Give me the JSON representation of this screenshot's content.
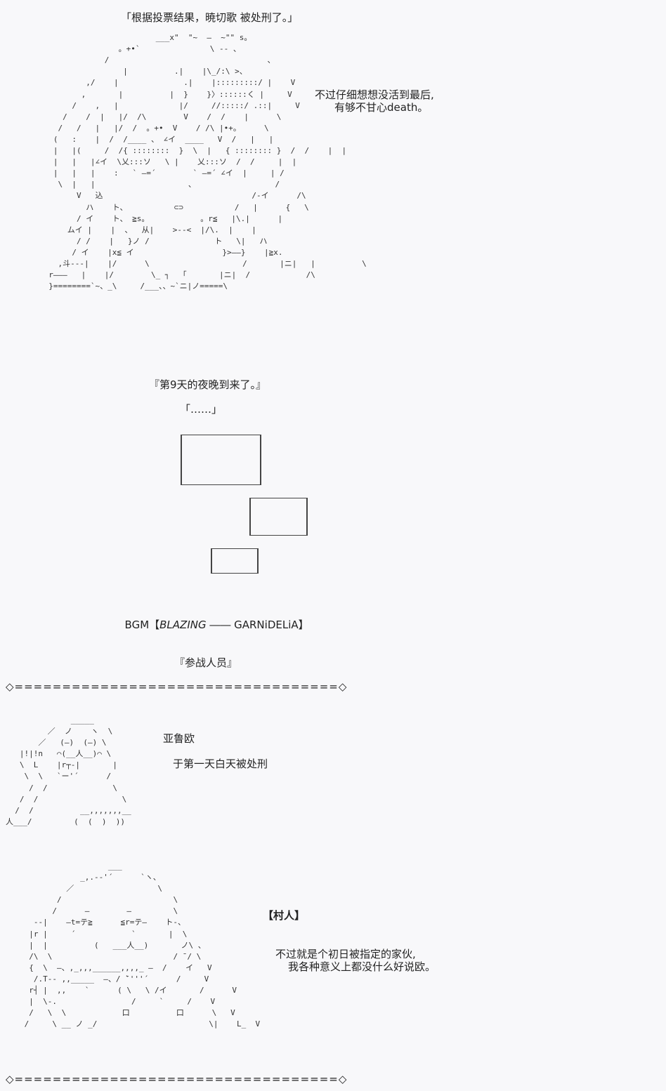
{
  "scene1": {
    "caption": "「根据投票结果，暁切歌 被处刑了。」",
    "speech_line1": "不过仔细想想没活到最后,",
    "speech_line2": "有够不甘心death。"
  },
  "night": {
    "announce": "『第9天的夜晚到来了。』",
    "ellipsis": "「……」"
  },
  "bgm": {
    "prefix": "BGM【",
    "title": "BLAZING",
    "suffix": " ―― GARNiDELiA】"
  },
  "participants": {
    "heading": "『参战人员』",
    "divider": "◇==================================◇"
  },
  "victim": {
    "name": "亚鲁欧",
    "fate": "于第一天白天被处刑"
  },
  "villager": {
    "role": "【村人】",
    "line1": "不过就是个初日被指定的家伙,",
    "line2": "我各种意义上都没什么好说欧。"
  },
  "art": {
    "kirika": " \n                         ___x\"  \"~  ―  ~\"\" s。\n                 。+•`               \\ -- 、\n              /                                  、\n                  |          .|    |\\_/:\\ >、\n          ,/    |              .|    |:::::::::/ |    V\n         ,       |          |  }    }〉::::::く |     V\n       /    ,   |             |/     //:::::/ .::|     V\n     /    /  |   |/  /\\        V    /  /    |      \\\n    /   /   |   |/  /  。+•  V    / /\\ |•+。     \\\n   (   :    |  /  /____ 、 ∠イ  ____   V  /   |   |\n   |   |(     /  /{ ::::::::  }  \\  |   { :::::::: }  /  /    |  |\n   |   |   |∠イ  \\乂:::ソ   \\ |    乂:::ソ  /  /     |  |\n   |   |   |    :   ` ―=´        ` ―=´ ∠イ  |     | /\n    \\  |   |                    、                 /\n        V   込                                /-イ      /\\\n          ハ    ト、          ⊂⊃           /   |      {   \\\n        / イ    ト、 ≧s。           。r≦   |\\.|      |\n      ムイ |    |  、  从|    >--<  |/\\.  |    |\n        / /    |   }ノ /              ト   \\|   ハ\n       / イ    |x≦ イ                   }>――}    |≧x.\n    ,斗--‐|    |/      \\                    /       |ニ|   |          \\\n  r―――   |    |/        \\_ ┐  「       |ニ|  /            /\\\n  }========`~、_\\     /___、、~`ニ|ノ=====\\",
    "aruo": "              _____\n         ／  ノ    ヽ  \\\n       ／   (―)  (―) \\\n   |!|!n   ⌒(__人__)⌒ \\\n   \\  L    |r┬-|       |\n    \\  \\   `ー'´      /\n     /  /              \\\n   /  /                  \\\n  /  /          __,,,,,,,__\n人___/         (  (  )  ))",
    "villager": "                   ___\n             _,.-‐'´      `ヽ、\n          ／                  \\\n        /                        \\\n       /      ―        ―         \\\n   -‐|    ―t=テ≧      ≦r=テ―    ト-、\n  |r |     ´            `       |  \\\n  |  |          (   ___人__)       ノ\\ 、\n  /\\  \\                          / ̄ / \\\n  {  \\  ―、,_,,,______,,,,_ ―  /    イ   V\n   /.T-‐ ,,_____  ―、/ ̄`'''´      /     V\n  r┤ |  ,,    `      ( \\   \\ /イ       /      V\n  |  \\-.                /     `     /    V\n  /   \\  \\            口          口      \\   V\n /     \\ __ ノ _/                        \\|    L_  V"
  }
}
